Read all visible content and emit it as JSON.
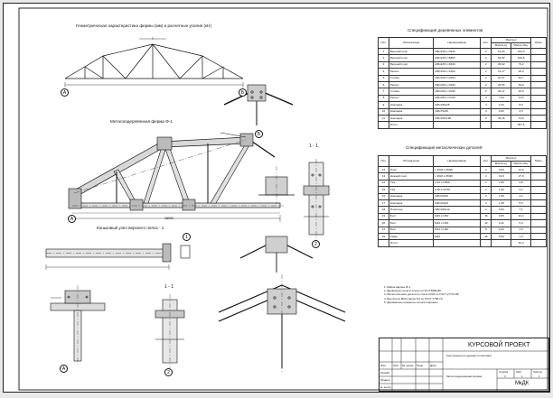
{
  "drawing_titles": {
    "geometry": "Геометрическая характеристика фермы (мм) и расчетные усилия (кН)",
    "truss": "Металлодеревянная ферма Ф-1",
    "purlin_node": "Коньковый узел верхнего пояса - 1",
    "sec_1_1": "1 - 1",
    "sec_1_1b": "1 - 1"
  },
  "axis_marks": {
    "a": "А",
    "b": "Б",
    "one": "1",
    "two": "2",
    "dim_total": "18000"
  },
  "spec1": {
    "title": "Спецификация деревянных элементов",
    "headers": [
      "Поз.",
      "Обозначение",
      "Наименование",
      "Кол.",
      "Масса ед.",
      "Масса общ.",
      "Прим."
    ],
    "mass_group": "Масса кг",
    "rows": [
      [
        "1",
        "Верхний пояс",
        "200х225 L=4640",
        "2",
        "51,00",
        "102,0"
      ],
      [
        "2",
        "Верхний пояс",
        "200х225 L=5850",
        "2",
        "54,82",
        "109,6"
      ],
      [
        "3",
        "Верхний пояс",
        "200х225 L=4640",
        "2",
        "36,62",
        "73,2"
      ],
      [
        "4",
        "Раскос",
        "200х150 L=3160",
        "2",
        "13,17",
        "26,3"
      ],
      [
        "5",
        "Стойка",
        "150х150 L=2350",
        "2",
        "20,37",
        "40,7"
      ],
      [
        "6",
        "Раскос",
        "200х150 L=3490",
        "2",
        "26,95",
        "53,9"
      ],
      [
        "7",
        "Стойка",
        "150х150 L=3305",
        "2",
        "46,47",
        "92,9"
      ],
      [
        "8",
        "Раскос",
        "200х150 L=4700",
        "2",
        "7,30",
        "14,6"
      ],
      [
        "9",
        "Накладка",
        "200х150х25",
        "4",
        "2,24",
        "8,9"
      ],
      [
        "10",
        "Накладка",
        "100х75х25",
        "4",
        "0,63",
        "2,5"
      ],
      [
        "11",
        "Накладка",
        "200х150х100",
        "2",
        "36,46",
        "72,9"
      ],
      [
        "",
        "Итого:",
        "",
        "",
        "",
        "597,5"
      ]
    ]
  },
  "spec2": {
    "title": "Спецификация металлических деталей",
    "headers": [
      "Поз.",
      "Обозначение",
      "Наименование",
      "Кол.",
      "Масса ед.",
      "Масса общ.",
      "Прим."
    ],
    "mass_group": "Масса кг",
    "rows": [
      [
        "12",
        "Пояс",
        "L 90х8 L=8330",
        "4",
        "3,00",
        "12,0"
      ],
      [
        "13",
        "Нижний пояс",
        "L 90х8 L=8330",
        "2",
        "13,8",
        "27,6"
      ],
      [
        "14",
        "Тяж",
        "d 20 L=3500",
        "2",
        "1,90",
        "3,8"
      ],
      [
        "15",
        "Тяж",
        "d 20 L=2700",
        "2",
        "1,60",
        "3,2"
      ],
      [
        "16",
        "Накладка",
        "200х100х8",
        "4",
        "1,05",
        "4,2"
      ],
      [
        "17",
        "Накладка",
        "220х100х8",
        "4",
        "1,38",
        "5,5"
      ],
      [
        "18",
        "Пластина",
        "300х150х10",
        "2",
        "3,53",
        "7,1"
      ],
      [
        "19",
        "Болт",
        "М20 L=250",
        "16",
        "0,65",
        "10,4"
      ],
      [
        "20",
        "Болт",
        "М16 L=200",
        "12",
        "0,42",
        "5,0"
      ],
      [
        "21",
        "Болт",
        "М12 L=160",
        "8",
        "0,20",
        "1,6"
      ],
      [
        "22",
        "Гайка",
        "М20",
        "16",
        "0,06",
        "1,0"
      ],
      [
        "",
        "Итого:",
        "",
        "",
        "",
        "81,4"
      ]
    ]
  },
  "notes": [
    "1. Марка фермы Ф-1.",
    "2. Древесина сосна 2 сорта по ГОСТ 8486-86.",
    "3. Металлические детали из стали С245 по ГОСТ 27772-88.",
    "4. Все болты М20 класса 5.6 по ГОСТ 7798-70.",
    "5. Деревянные элементы антисептировать."
  ],
  "stamp": {
    "project": "КУРСОВОЙ ПРОЕКТ",
    "subject": "Конструкции из дерева и пластмасс",
    "sheet_title": "Металлодеревянная ферма",
    "stage_label": "Стадия",
    "sheet_label": "Лист",
    "sheets_label": "Листов",
    "stage": "У",
    "sheet": "1",
    "sheets": "1",
    "org": "МкДК",
    "rows": [
      "Разраб.",
      "Провер.",
      "Н. контр.",
      "Утв."
    ],
    "cols": [
      "Изм.",
      "Лист",
      "№ докум.",
      "Подп.",
      "Дата"
    ]
  }
}
